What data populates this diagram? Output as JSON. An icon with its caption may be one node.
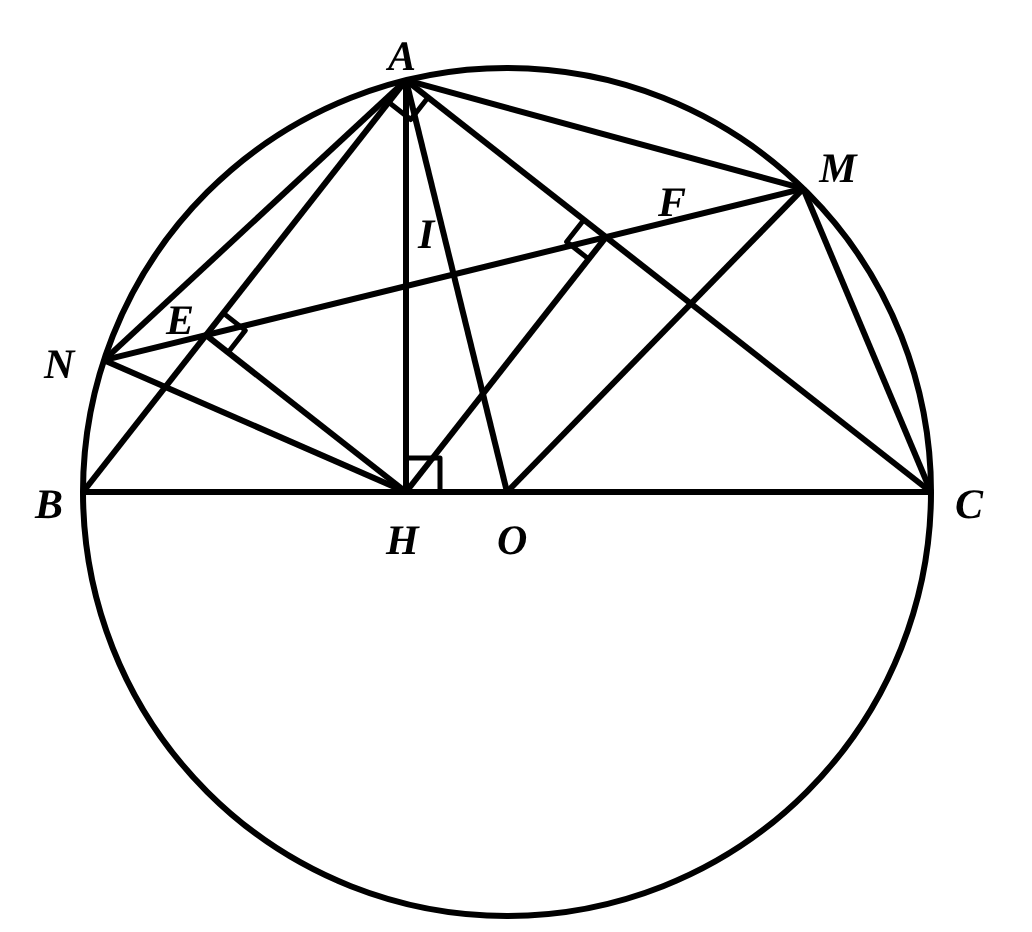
{
  "diagram": {
    "labels": [
      "A",
      "M",
      "I",
      "F",
      "N",
      "E",
      "B",
      "H",
      "O",
      "C"
    ]
  }
}
